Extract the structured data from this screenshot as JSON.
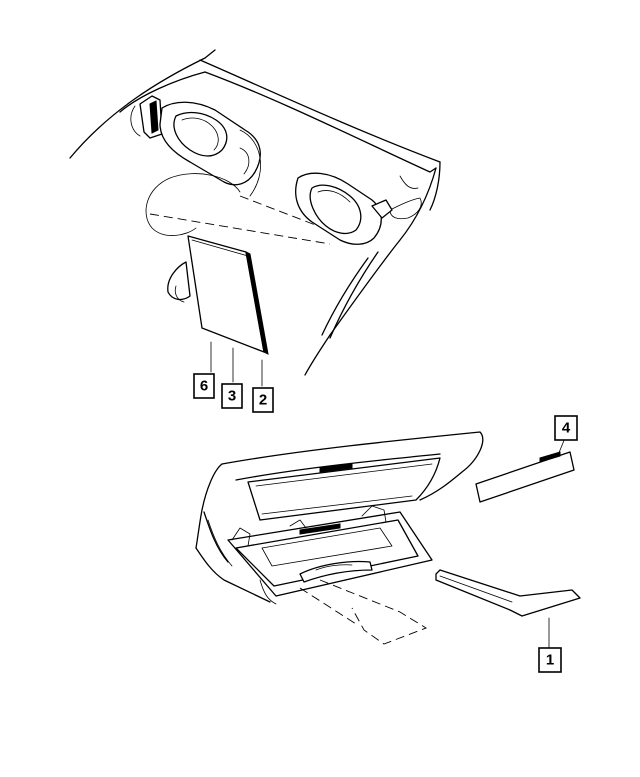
{
  "callouts": {
    "c1": "1",
    "c2": "2",
    "c3": "3",
    "c4": "4",
    "c6": "6"
  }
}
